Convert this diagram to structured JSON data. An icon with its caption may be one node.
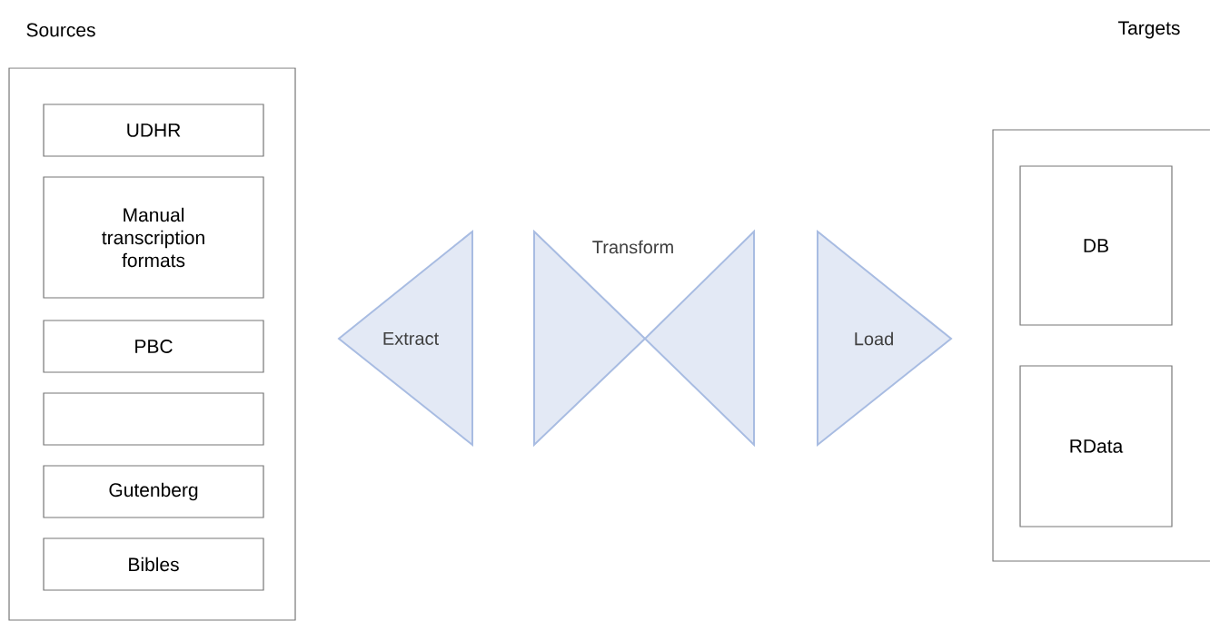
{
  "diagram": {
    "nodes": [
      {
        "text": [
          "Sources"
        ]
      },
      {
        "text": [
          "UDHR"
        ],
        "in": 0
      },
      {
        "text": [
          "Manual transcription formats"
        ],
        "in": 0
      },
      {
        "text": [
          "PBC"
        ],
        "in": 0
      },
      {
        "text": [],
        "shape": "box",
        "in": 0
      },
      {
        "text": [
          "Gutenberg"
        ],
        "in": 0
      },
      {
        "text": [
          "Bibles"
        ],
        "in": 0
      },
      {
        "text": [
          "Extract"
        ]
      },
      {
        "text": [
          "Transform"
        ]
      },
      {
        "text": [
          "Load"
        ]
      },
      {
        "text": [
          "Targets"
        ]
      },
      {
        "text": [
          "DB"
        ],
        "in": 10
      },
      {
        "text": [
          "RData"
        ],
        "in": 10
      }
    ]
  }
}
